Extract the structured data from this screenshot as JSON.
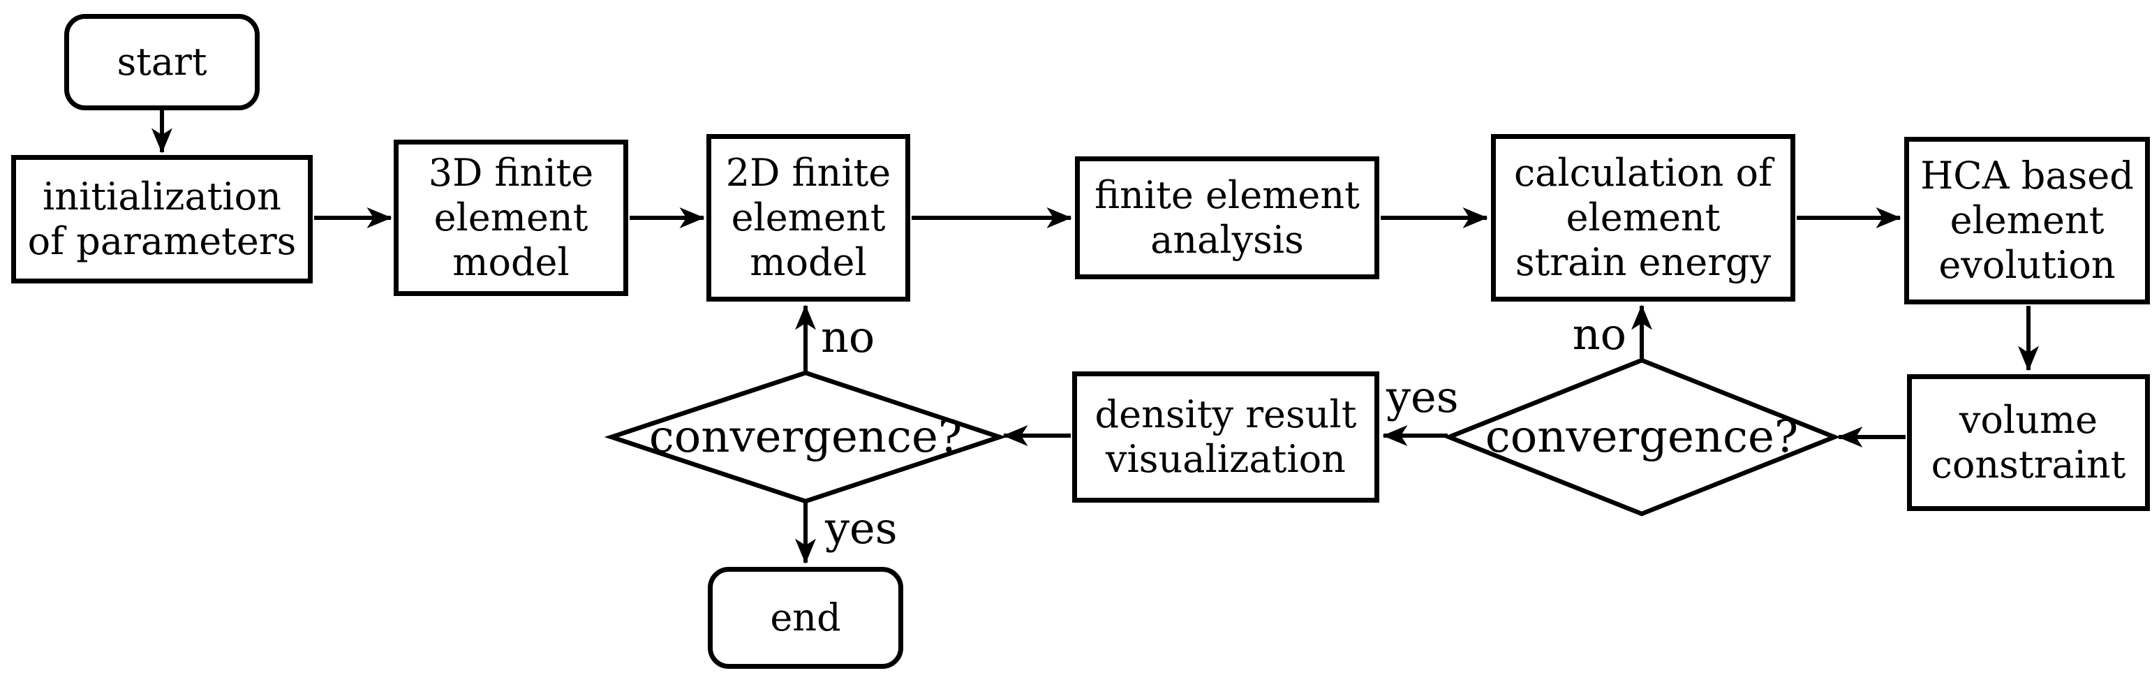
{
  "diagram": {
    "type": "flowchart",
    "colors": {
      "background": "#ffffff",
      "stroke": "#000000",
      "text": "#000000",
      "node_fill": "#ffffff"
    },
    "nodes": {
      "start": {
        "label": "start",
        "shape": "terminator"
      },
      "initialization": {
        "label": "initialization\nof parameters",
        "shape": "process"
      },
      "fe3d": {
        "label": "3D finite\nelement\nmodel",
        "shape": "process"
      },
      "fe2d": {
        "label": "2D finite\nelement\nmodel",
        "shape": "process"
      },
      "fea": {
        "label": "finite element\nanalysis",
        "shape": "process"
      },
      "strain": {
        "label": "calculation of\nelement\nstrain energy",
        "shape": "process"
      },
      "hca": {
        "label": "HCA based\nelement\nevolution",
        "shape": "process"
      },
      "volume": {
        "label": "volume\nconstraint",
        "shape": "process"
      },
      "convergence2": {
        "label": "convergence?",
        "shape": "decision"
      },
      "density": {
        "label": "density result\nvisualization",
        "shape": "process"
      },
      "convergence1": {
        "label": "convergence?",
        "shape": "decision"
      },
      "end": {
        "label": "end",
        "shape": "terminator"
      }
    },
    "edges": [
      {
        "from": "start",
        "to": "initialization",
        "label": ""
      },
      {
        "from": "initialization",
        "to": "fe3d",
        "label": ""
      },
      {
        "from": "fe3d",
        "to": "fe2d",
        "label": ""
      },
      {
        "from": "fe2d",
        "to": "fea",
        "label": ""
      },
      {
        "from": "fea",
        "to": "strain",
        "label": ""
      },
      {
        "from": "strain",
        "to": "hca",
        "label": ""
      },
      {
        "from": "hca",
        "to": "volume",
        "label": ""
      },
      {
        "from": "volume",
        "to": "convergence2",
        "label": ""
      },
      {
        "from": "convergence2",
        "to": "strain",
        "label": "no"
      },
      {
        "from": "convergence2",
        "to": "density",
        "label": "yes"
      },
      {
        "from": "density",
        "to": "convergence1",
        "label": ""
      },
      {
        "from": "convergence1",
        "to": "fe2d",
        "label": "no"
      },
      {
        "from": "convergence1",
        "to": "end",
        "label": "yes"
      }
    ]
  }
}
